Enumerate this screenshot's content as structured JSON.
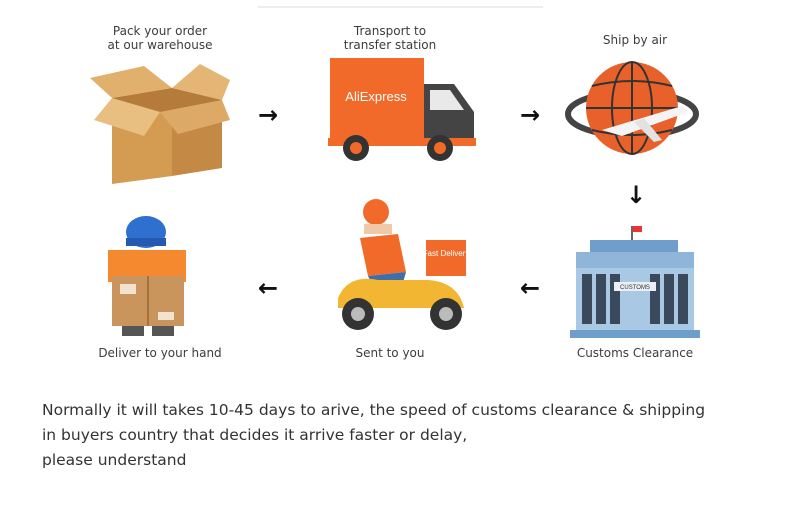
{
  "steps": [
    {
      "id": "pack",
      "line1": "Pack your order",
      "line2": "at our warehouse"
    },
    {
      "id": "transport",
      "line1": "Transport to",
      "line2": "transfer station",
      "truck_brand": "AliExpress"
    },
    {
      "id": "air",
      "line1": "Ship by air",
      "line2": ""
    },
    {
      "id": "customs",
      "line1": "Customs Clearance",
      "line2": "",
      "building_sign": "CUSTOMS"
    },
    {
      "id": "sent",
      "line1": "Sent to you",
      "line2": "",
      "box_text": "Fast Delivery"
    },
    {
      "id": "deliver",
      "line1": "Deliver to your hand",
      "line2": ""
    }
  ],
  "note": {
    "line1": "Normally it will takes 10-45 days to arive, the speed of customs clearance & shipping",
    "line2": "in buyers country that decides it arrive faster or delay,",
    "line3": "please understand"
  },
  "icons": {
    "arrow_right": "→",
    "arrow_down": "↓",
    "arrow_left": "←"
  },
  "colors": {
    "accent_orange": "#f26a2a",
    "box_brown": "#d9a760",
    "building_blue": "#8fb6d9",
    "scooter_yellow": "#f2b632"
  }
}
